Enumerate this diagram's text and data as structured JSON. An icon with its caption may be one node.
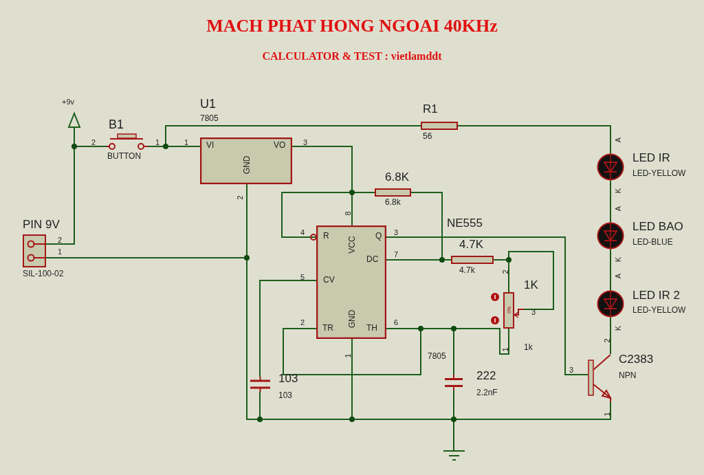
{
  "diagram": {
    "title": "MACH PHAT HONG NGOAI 40KHz",
    "nodes": [
      {
        "text": [
          "+9v"
        ]
      },
      {
        "text": [
          "PIN 9V",
          "SIL-100-02"
        ]
      },
      {
        "text": [
          "B1",
          "BUTTON"
        ]
      },
      {
        "text": [
          "U1",
          "7805",
          "VI",
          "VO",
          "GND"
        ]
      },
      {
        "text": [
          "R1",
          "56"
        ]
      },
      {
        "text": [
          "6.8K",
          "6.8k"
        ]
      },
      {
        "text": [
          "R",
          "VCC",
          "Q",
          "DC",
          "CV",
          "TR",
          "GND",
          "TH"
        ]
      },
      {
        "text": [
          "4.7K",
          "4.7k"
        ]
      },
      {
        "text": [
          "1K",
          "0%",
          "1k"
        ]
      },
      {
        "text": [
          "103",
          "103"
        ]
      },
      {
        "text": [
          "222",
          "2.2nF"
        ]
      },
      {
        "text": [
          "LED IR",
          "LED-YELLOW"
        ]
      },
      {
        "text": [
          "LED BAO",
          "LED-BLUE"
        ]
      },
      {
        "text": [
          "LED IR 2",
          "LED-YELLOW"
        ]
      },
      {
        "text": [
          "C2383",
          "NPN"
        ]
      },
      {
        "text": [],
        "shape": "ground"
      }
    ],
    "edges": [
      {
        "from": 1,
        "to": 0,
        "arrow": "none"
      },
      {
        "from": 0,
        "to": 2,
        "arrow": "none"
      },
      {
        "from": 2,
        "to": 3,
        "arrow": "none"
      },
      {
        "from": 2,
        "to": 4,
        "arrow": "none"
      },
      {
        "from": 4,
        "to": 11,
        "arrow": "none"
      },
      {
        "from": 11,
        "to": 12,
        "arrow": "none"
      },
      {
        "from": 12,
        "to": 13,
        "arrow": "none"
      },
      {
        "from": 13,
        "to": 14,
        "arrow": "none"
      },
      {
        "from": 1,
        "to": 3,
        "arrow": "none"
      },
      {
        "from": 3,
        "to": 6,
        "arrow": "none"
      },
      {
        "from": 3,
        "to": 5,
        "arrow": "none"
      },
      {
        "from": 3,
        "to": 6,
        "arrow": "none"
      },
      {
        "from": 5,
        "to": 7,
        "arrow": "none"
      },
      {
        "from": 6,
        "to": 7,
        "arrow": "none"
      },
      {
        "from": 7,
        "to": 8,
        "arrow": "none"
      },
      {
        "from": 7,
        "to": 8,
        "arrow": "none"
      },
      {
        "from": 8,
        "to": 6,
        "arrow": "none"
      },
      {
        "from": 6,
        "to": 10,
        "arrow": "none"
      },
      {
        "from": 6,
        "to": 6,
        "arrow": "none"
      },
      {
        "from": 6,
        "to": 9,
        "arrow": "none"
      },
      {
        "from": 6,
        "to": 14,
        "arrow": "none"
      },
      {
        "from": 3,
        "to": 9,
        "arrow": "none"
      },
      {
        "from": 9,
        "to": 6,
        "arrow": "none"
      },
      {
        "from": 6,
        "to": 10,
        "arrow": "none"
      },
      {
        "from": 10,
        "to": 15,
        "arrow": "none"
      },
      {
        "from": 10,
        "to": 14,
        "arrow": "none"
      }
    ],
    "labels": [
      "CALCULATOR & TEST : vietlamddt",
      "2",
      "1",
      "1",
      "3",
      "2",
      "2",
      "1",
      "8",
      "4",
      "3",
      "7",
      "5",
      "2",
      "6",
      "1",
      "2",
      "3",
      "1",
      "A",
      "K",
      "A",
      "K",
      "A",
      "K",
      "2",
      "3",
      "1",
      "NE555",
      "7805"
    ]
  }
}
